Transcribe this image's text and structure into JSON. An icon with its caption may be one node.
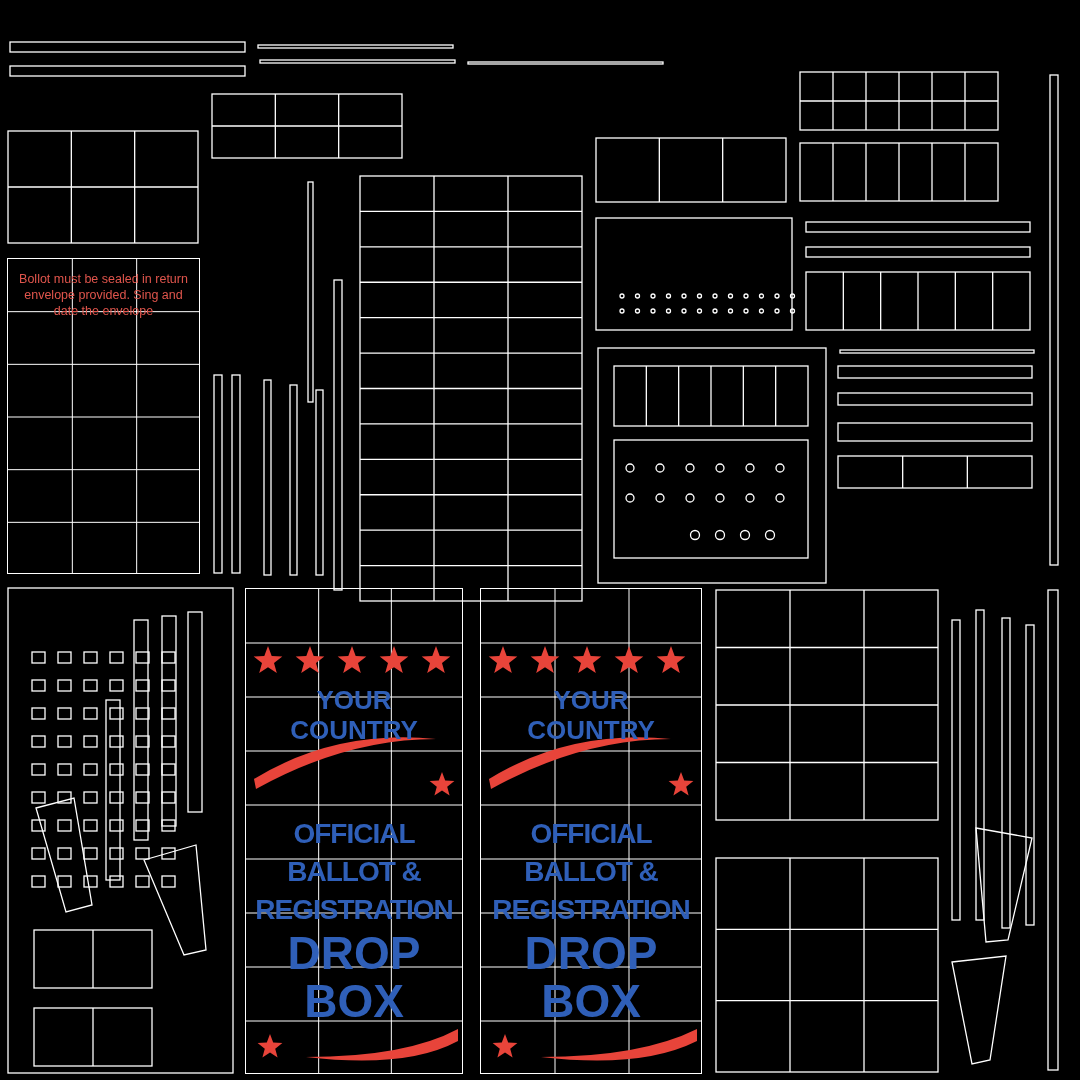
{
  "diagram": {
    "nodes": [
      {
        "text": [
          "Bollot must be sealed in return envelope provided. Sing and date the envelope"
        ]
      },
      {
        "text": [
          "YOUR COUNTRY",
          "OFFICIAL BALLOT & REGISTRATION",
          "DROP BOX"
        ]
      },
      {
        "text": [
          "YOUR COUNTRY",
          "OFFICIAL BALLOT & REGISTRATION",
          "DROP BOX"
        ]
      }
    ]
  }
}
